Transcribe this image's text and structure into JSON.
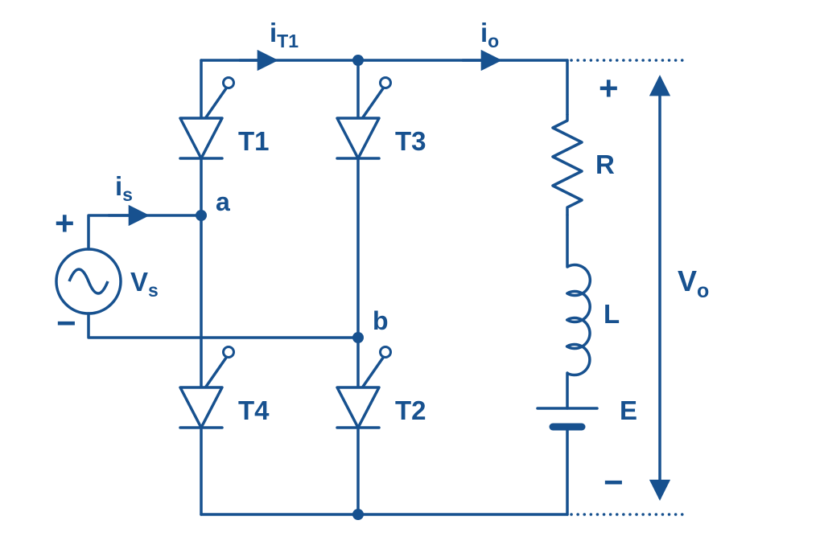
{
  "title": "Single-phase full-bridge thyristor rectifier with RLE load",
  "colors": {
    "ink": "#17518f",
    "background": "#ffffff"
  },
  "labels": {
    "current_source": {
      "main": "i",
      "sub": "s"
    },
    "current_t1": {
      "main": "i",
      "sub": "T1"
    },
    "current_output": {
      "main": "i",
      "sub": "o"
    },
    "source_voltage": {
      "main": "V",
      "sub": "s"
    },
    "output_voltage": {
      "main": "V",
      "sub": "o"
    },
    "thyristor_t1": "T1",
    "thyristor_t3": "T3",
    "thyristor_t4": "T4",
    "thyristor_t2": "T2",
    "node_a": "a",
    "node_b": "b",
    "resistor": "R",
    "inductor": "L",
    "battery": "E",
    "source_plus": "+",
    "source_minus": "−",
    "output_plus": "+",
    "output_minus": "−"
  }
}
